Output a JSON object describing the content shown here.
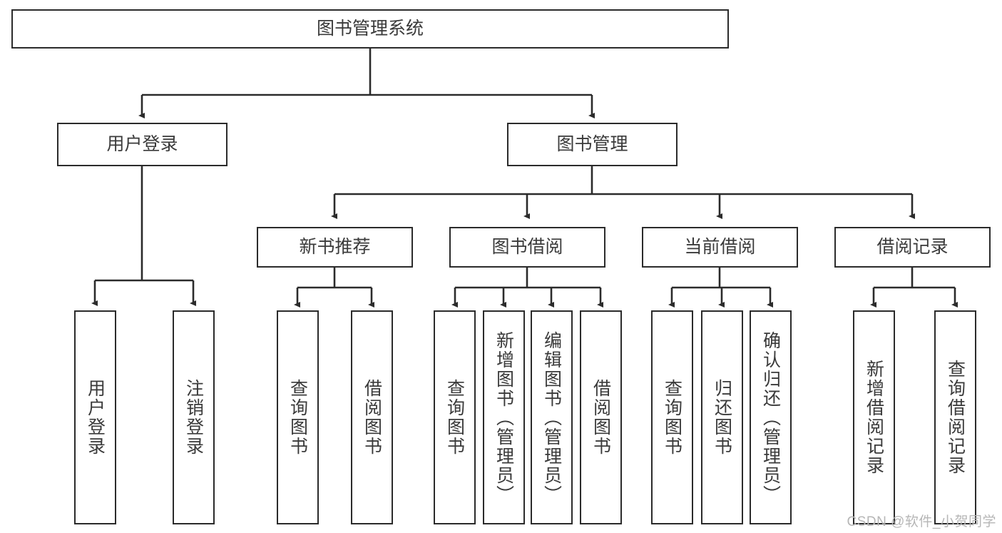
{
  "diagram": {
    "title_label": "图书管理系统",
    "type": "functional-structure-tree",
    "watermark": "CSDN @软件_小贺同学",
    "colors": {
      "box_border": "#2b2b2b",
      "box_fill": "#ffffff",
      "connector": "#2b2b2b",
      "text": "#3a3a3a",
      "watermark": "#b6b6b6",
      "background": "#ffffff"
    },
    "root": {
      "label": "图书管理系统"
    },
    "level2": [
      {
        "label": "用户登录"
      },
      {
        "label": "图书管理"
      }
    ],
    "level3": [
      {
        "label": "新书推荐"
      },
      {
        "label": "图书借阅"
      },
      {
        "label": "当前借阅"
      },
      {
        "label": "借阅记录"
      }
    ],
    "leaves": {
      "user_login": [
        {
          "label": "用户登录"
        },
        {
          "label": "注销登录"
        }
      ],
      "new_book_recommend": [
        {
          "label": "查询图书"
        },
        {
          "label": "借阅图书"
        }
      ],
      "book_borrow": [
        {
          "label": "查询图书"
        },
        {
          "label": "新增图书（管理员）"
        },
        {
          "label": "编辑图书（管理员）"
        },
        {
          "label": "借阅图书"
        }
      ],
      "current_borrow": [
        {
          "label": "查询图书"
        },
        {
          "label": "归还图书"
        },
        {
          "label": "确认归还（管理员）"
        }
      ],
      "borrow_record": [
        {
          "label": "新增借阅记录"
        },
        {
          "label": "查询借阅记录"
        }
      ]
    }
  }
}
